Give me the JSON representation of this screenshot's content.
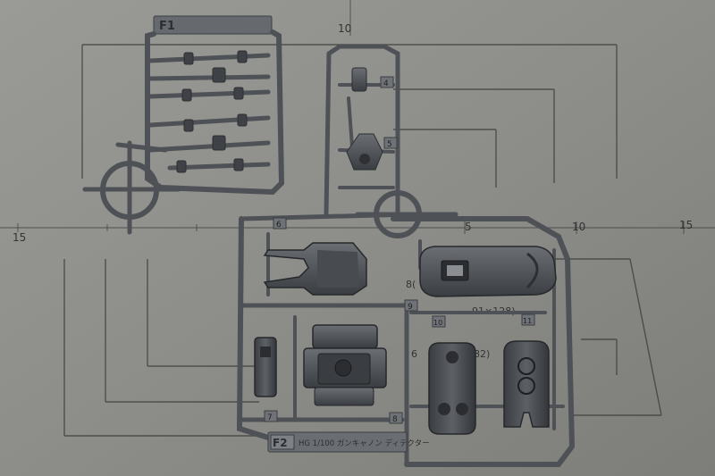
{
  "mat": {
    "ruler_top": "10",
    "ruler_left": "15",
    "ruler_mid_5": "5",
    "ruler_mid_10": "10",
    "ruler_right": "15",
    "dim_a": "8(",
    "dim_b": "91×128)",
    "dim_c": "6",
    "dim_d": "82)"
  },
  "sprue_f1": {
    "tag": "F1"
  },
  "sprue_f2": {
    "tag": "F2",
    "caption": "HG 1/100 ガンキャノン ディテクター",
    "part_numbers": [
      "4",
      "5",
      "6",
      "7",
      "8",
      "9",
      "10",
      "11"
    ]
  },
  "colors": {
    "mat": "#8f8f8b",
    "grid_line": "#3a3a3a",
    "plastic": "#55585c",
    "plastic_dark": "#2e3034",
    "plastic_light": "#7a7e83"
  }
}
